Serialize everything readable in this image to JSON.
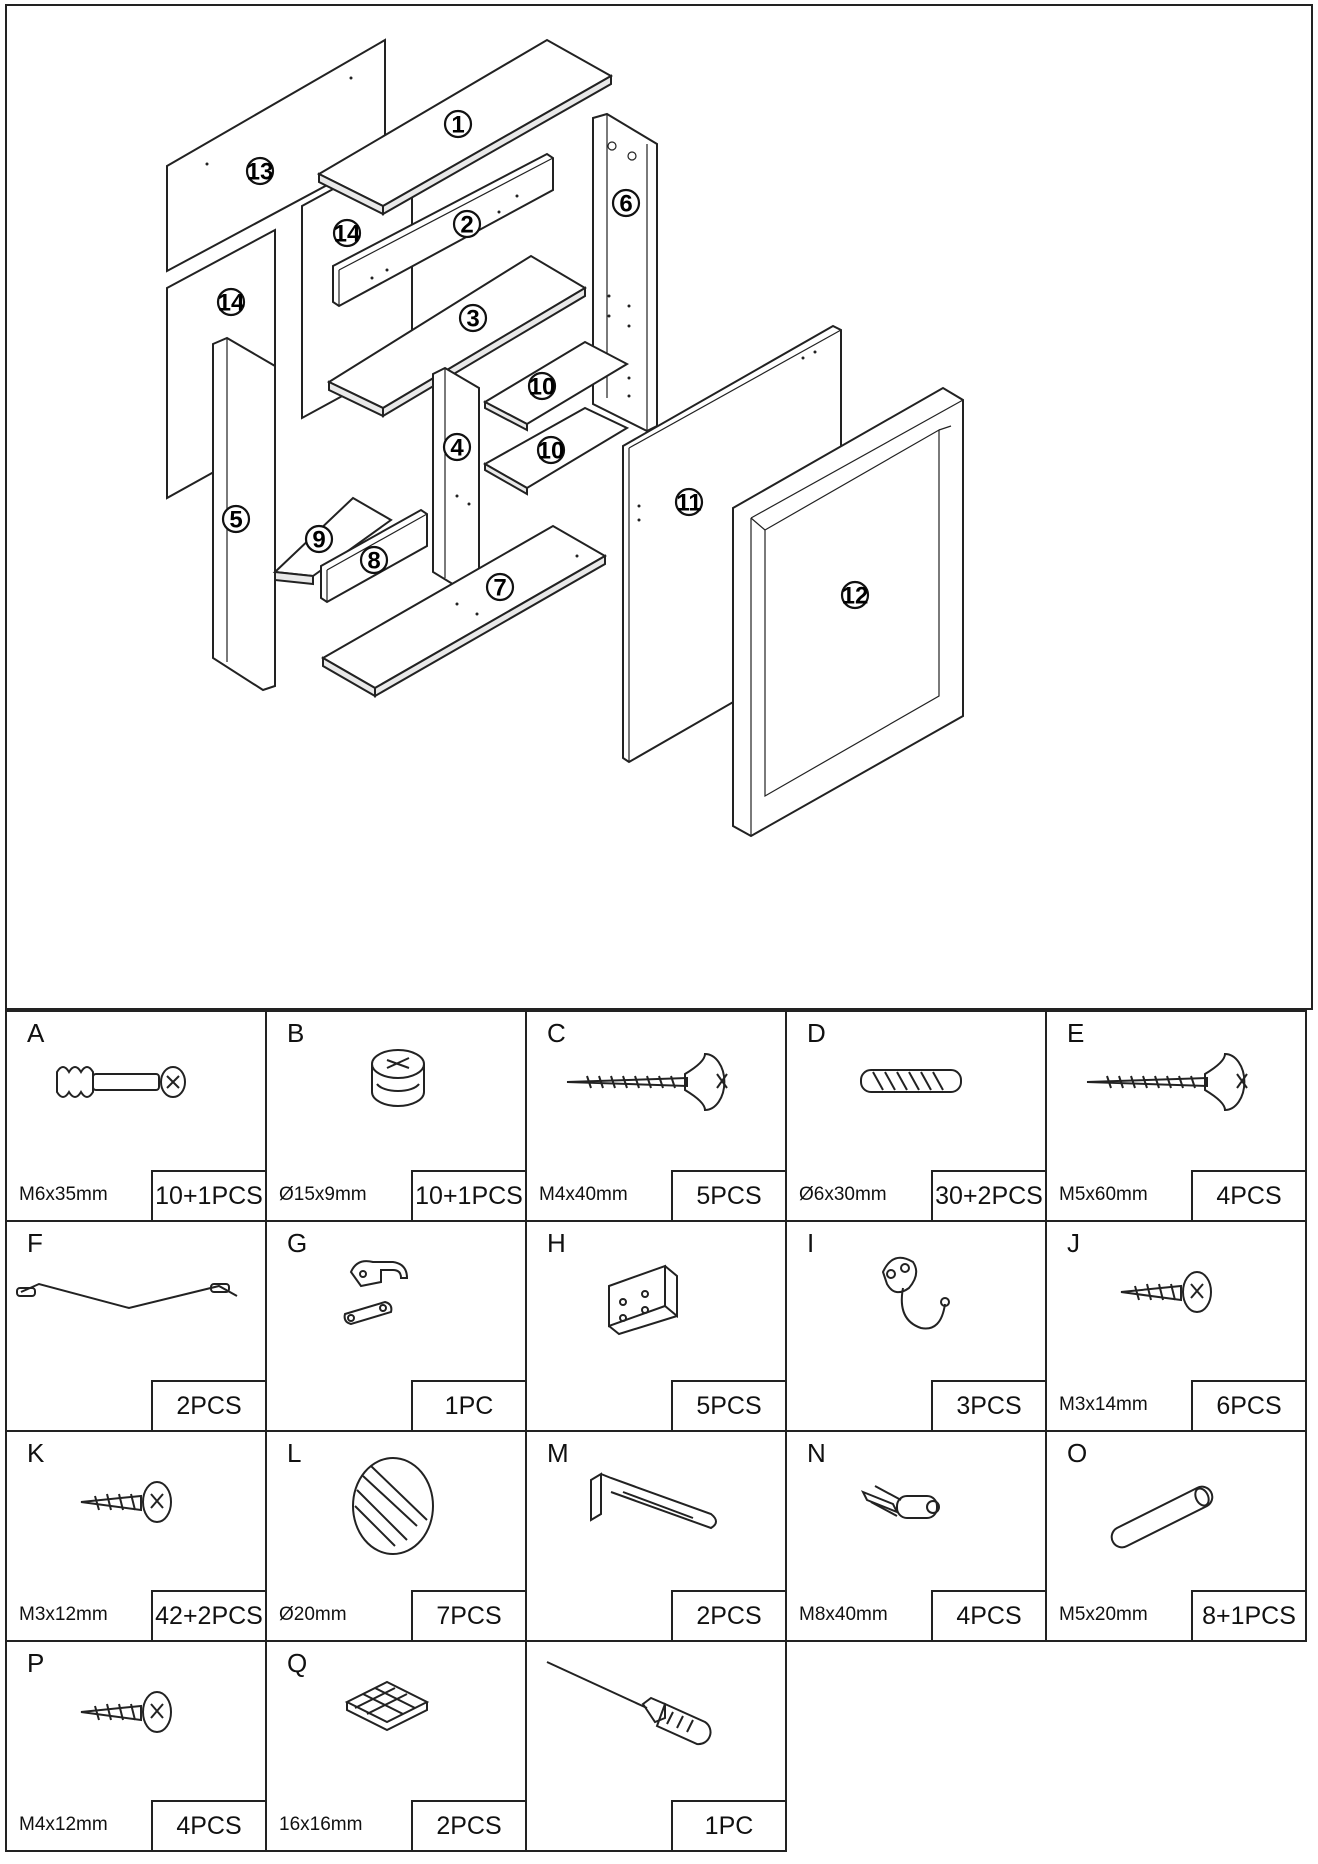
{
  "diagram": {
    "part_numbers": [
      "1",
      "2",
      "3",
      "4",
      "5",
      "6",
      "7",
      "8",
      "9",
      "10",
      "10",
      "11",
      "12",
      "13",
      "14",
      "14"
    ]
  },
  "hardware": [
    {
      "letter": "A",
      "spec": "M6x35mm",
      "qty": "10+1PCS",
      "icon": "cam-bolt-icon"
    },
    {
      "letter": "B",
      "spec": "Ø15x9mm",
      "qty": "10+1PCS",
      "icon": "cam-lock-icon"
    },
    {
      "letter": "C",
      "spec": "M4x40mm",
      "qty": "5PCS",
      "icon": "long-screw-icon"
    },
    {
      "letter": "D",
      "spec": "Ø6x30mm",
      "qty": "30+2PCS",
      "icon": "wood-dowel-icon"
    },
    {
      "letter": "E",
      "spec": "M5x60mm",
      "qty": "4PCS",
      "icon": "long-screw-icon"
    },
    {
      "letter": "F",
      "spec": "",
      "qty": "2PCS",
      "icon": "door-stay-icon"
    },
    {
      "letter": "G",
      "spec": "",
      "qty": "1PC",
      "icon": "door-catch-icon"
    },
    {
      "letter": "H",
      "spec": "",
      "qty": "5PCS",
      "icon": "angle-bracket-icon"
    },
    {
      "letter": "I",
      "spec": "",
      "qty": "3PCS",
      "icon": "coat-hook-icon"
    },
    {
      "letter": "J",
      "spec": "M3x14mm",
      "qty": "6PCS",
      "icon": "short-screw-icon"
    },
    {
      "letter": "K",
      "spec": "M3x12mm",
      "qty": "42+2PCS",
      "icon": "short-screw-icon"
    },
    {
      "letter": "L",
      "spec": "Ø20mm",
      "qty": "7PCS",
      "icon": "cover-cap-icon"
    },
    {
      "letter": "M",
      "spec": "",
      "qty": "2PCS",
      "icon": "wall-bracket-icon"
    },
    {
      "letter": "N",
      "spec": "M8x40mm",
      "qty": "4PCS",
      "icon": "wall-anchor-icon"
    },
    {
      "letter": "O",
      "spec": "M5x20mm",
      "qty": "8+1PCS",
      "icon": "connector-pin-icon"
    },
    {
      "letter": "P",
      "spec": "M4x12mm",
      "qty": "4PCS",
      "icon": "short-screw-icon"
    },
    {
      "letter": "Q",
      "spec": "16x16mm",
      "qty": "2PCS",
      "icon": "felt-pad-icon"
    },
    {
      "letter": "",
      "spec": "",
      "qty": "1PC",
      "icon": "screwdriver-icon"
    }
  ]
}
